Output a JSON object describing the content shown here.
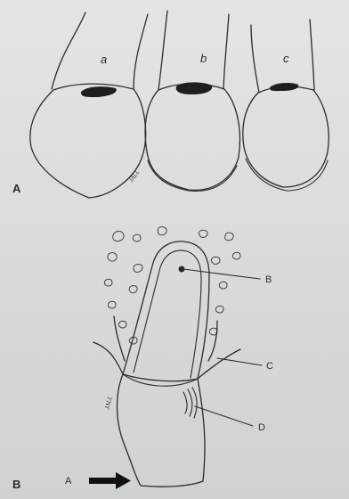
{
  "panel_a": {
    "label": "A",
    "tooth_labels": [
      "a",
      "b",
      "c"
    ]
  },
  "panel_b": {
    "label": "B",
    "callouts": {
      "b": "B",
      "c": "C",
      "d": "D"
    },
    "arrow_label": "A"
  },
  "artist_signature": "JALL",
  "colors": {
    "ink": "#2b2b2b",
    "fill": "#1e1e1e",
    "paper": "#dfe1df"
  }
}
